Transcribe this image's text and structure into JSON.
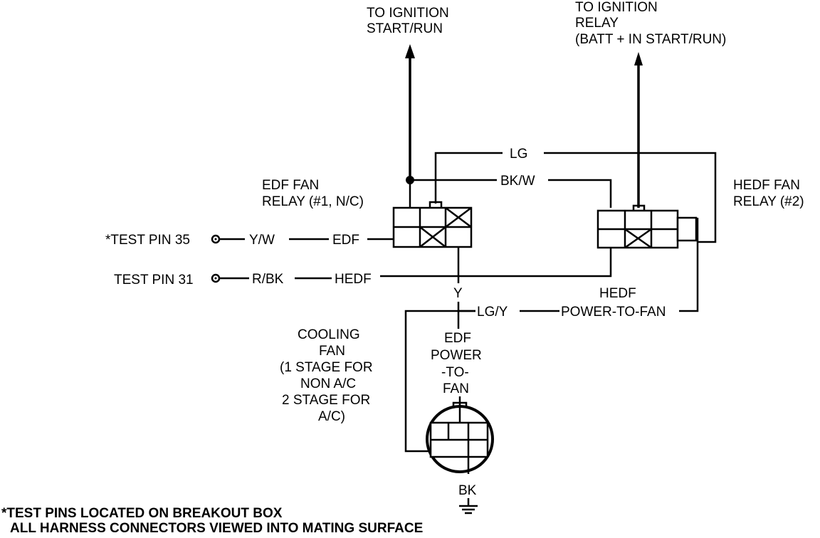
{
  "ignition_start_run": {
    "line1": "TO IGNITION",
    "line2": "START/RUN"
  },
  "ignition_relay": {
    "line1": "TO IGNITION",
    "line2": "RELAY",
    "line3": "(BATT + IN START/RUN)"
  },
  "edf_relay": {
    "line1": "EDF FAN",
    "line2": "RELAY (#1, N/C)"
  },
  "hedf_relay": {
    "line1": "HEDF FAN",
    "line2": "RELAY (#2)"
  },
  "wires": {
    "lg": "LG",
    "bkw": "BK/W",
    "yw": "Y/W",
    "edf": "EDF",
    "rbk": "R/BK",
    "hedf": "HEDF",
    "y": "Y",
    "lgy": "LG/Y",
    "bk": "BK"
  },
  "test_pin_35": "*TEST PIN 35",
  "test_pin_31": "TEST PIN 31",
  "hedf_power": {
    "line1": "HEDF",
    "line2": "POWER-TO-FAN"
  },
  "edf_power": {
    "line1": "EDF",
    "line2": "POWER",
    "line3": "-TO-",
    "line4": "FAN"
  },
  "cooling_fan": {
    "line1": "COOLING",
    "line2": "FAN",
    "line3": "(1 STAGE FOR",
    "line4": "NON A/C",
    "line5": "2 STAGE FOR",
    "line6": "A/C)"
  },
  "notes": {
    "line1": "*TEST PINS LOCATED ON BREAKOUT BOX",
    "line2": "ALL HARNESS CONNECTORS VIEWED INTO MATING SURFACE"
  }
}
